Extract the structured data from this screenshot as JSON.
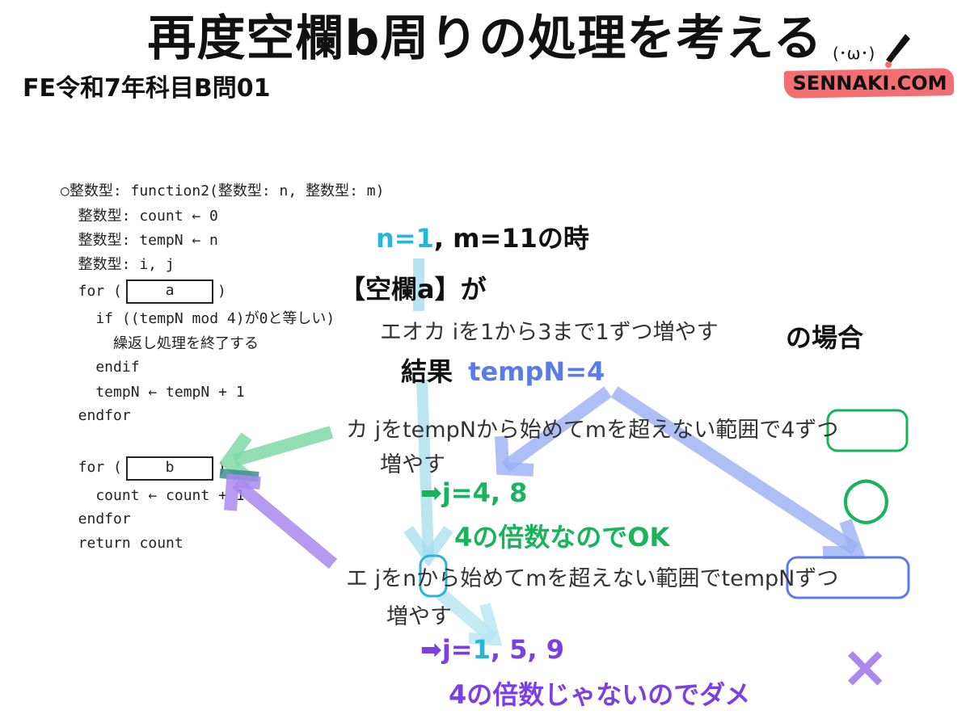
{
  "title": "再度空欄b周りの処理を考える",
  "subtitle": "FE令和7年科目B問01",
  "logo": {
    "text": "SENNAKI.COM",
    "face": "(･ω･)"
  },
  "code": {
    "lines": [
      "○整数型: function2(整数型: n, 整数型: m)",
      "  整数型: count ← 0",
      "  整数型: tempN ← n",
      "  整数型: i, j",
      "  for (",
      "    if ((tempN mod 4)が0と等しい)",
      "      繰返し処理を終了する",
      "    endif",
      "    tempN ← tempN + 1",
      "  endfor",
      "  for (",
      "    count ← count + 1",
      "  endfor",
      "  return count"
    ],
    "for_close_a": ")",
    "for_close_b": ")",
    "blank_a": "a",
    "blank_b": "b"
  },
  "annotations": {
    "case_n": "n=1",
    "case_rest": ", m=11の時",
    "blank_a_label": "【空欄a】が",
    "option_a_text": "エオカ iを1から3まで1ずつ増やす",
    "option_a_suffix": "の場合",
    "result_label": "結果",
    "result_value": "tempN=4",
    "option_ka_line1": "カ jをtempNから始めてmを超えない範囲で",
    "option_ka_highlight": "4ずつ",
    "option_ka_line2": "増やす",
    "ka_arrow": "➡",
    "ka_result": "j=4, 8",
    "ka_reason": "4の倍数なのでOK",
    "ka_mark": "○",
    "option_e_prefix": "エ jを",
    "option_e_n": "n",
    "option_e_mid": "から始めてmを超えない範囲で",
    "option_e_highlight": "tempNずつ",
    "option_e_line2": "増やす",
    "e_arrow": "➡",
    "e_result_prefix": "j=",
    "e_result_one": "1",
    "e_result_rest": ", 5, 9",
    "e_reason": "4の倍数じゃないのでダメ",
    "e_mark": "×"
  },
  "colors": {
    "cyan": "#27b6d8",
    "blue": "#5a7ce8",
    "green": "#18b35a",
    "purple": "#7b3fe4",
    "logo_band": "#f26e72"
  }
}
